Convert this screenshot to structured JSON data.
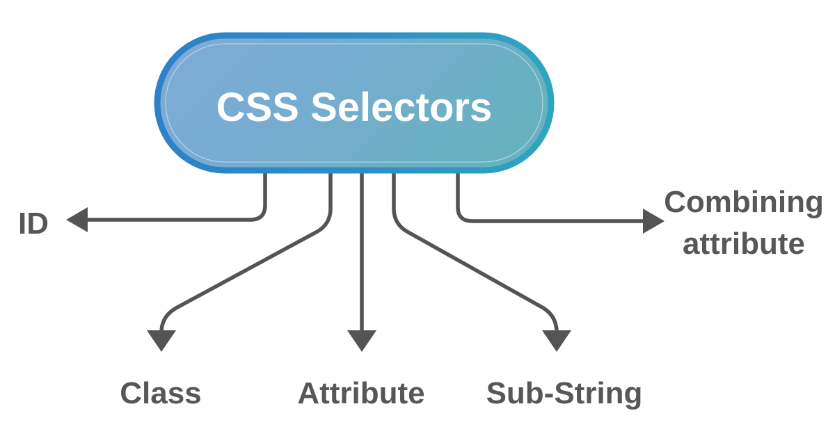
{
  "diagram": {
    "title": "CSS Selectors",
    "background_color": "#ffffff",
    "center_node": {
      "label": "CSS Selectors",
      "shape": "rounded-pill",
      "border_color": "#2e86c8",
      "border_color_right": "#2fa3bf",
      "fill_left": "#7fa9d4",
      "fill_mid": "#74aace",
      "fill_right": "#69b0c0",
      "text_color": "#ffffff"
    },
    "branches": [
      {
        "id": "id",
        "label": "ID",
        "direction": "left",
        "arrow_color": "#545454",
        "text_color": "#575757"
      },
      {
        "id": "class",
        "label": "Class",
        "direction": "down-left",
        "arrow_color": "#545454",
        "text_color": "#575757"
      },
      {
        "id": "attribute",
        "label": "Attribute",
        "direction": "down",
        "arrow_color": "#545454",
        "text_color": "#575757"
      },
      {
        "id": "sub-string",
        "label": "Sub-String",
        "direction": "down-right",
        "arrow_color": "#545454",
        "text_color": "#575757"
      },
      {
        "id": "combining-attribute",
        "label_line1": "Combining",
        "label_line2": "attribute",
        "direction": "right",
        "arrow_color": "#545454",
        "text_color": "#575757"
      }
    ]
  }
}
